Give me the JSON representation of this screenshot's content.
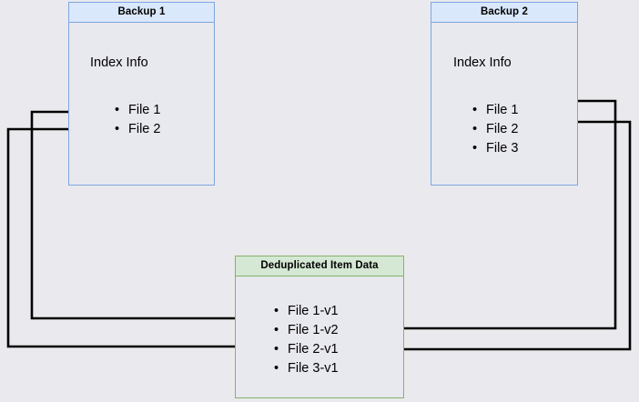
{
  "diagram": {
    "title": "Backup deduplication index diagram",
    "background_color": "#eaeaee",
    "blue_fill": "#dae8fc",
    "blue_stroke": "#7ea6e0",
    "green_fill": "#d5e8d4",
    "green_stroke": "#82b366",
    "node_body_fill": "#e8e8ef",
    "edge_color": "#000000"
  },
  "nodes": {
    "backup1": {
      "title": "Backup 1",
      "index_label": "Index Info",
      "files": [
        "File 1",
        "File 2"
      ]
    },
    "backup2": {
      "title": "Backup 2",
      "index_label": "Index Info",
      "files": [
        "File 1",
        "File 2",
        "File 3"
      ]
    },
    "dedup": {
      "title": "Deduplicated Item Data",
      "files": [
        "File 1-v1",
        "File 1-v2",
        "File 2-v1",
        "File 3-v1"
      ]
    }
  },
  "edges": [
    {
      "name": "backup1-file1-to-file1v1",
      "from": "Backup 1 / File 1",
      "to": "Deduplicated Item Data / File 1-v1",
      "direction": "left-route"
    },
    {
      "name": "backup1-file2-to-file2v1",
      "from": "Backup 1 / File 2",
      "to": "Deduplicated Item Data / File 2-v1",
      "direction": "left-route"
    },
    {
      "name": "backup2-file1-to-file1v2",
      "from": "Backup 2 / File 1",
      "to": "Deduplicated Item Data / File 1-v2",
      "direction": "right-route"
    },
    {
      "name": "backup2-file2-to-file2v1",
      "from": "Backup 2 / File 2",
      "to": "Deduplicated Item Data / File 2-v1",
      "direction": "right-route"
    }
  ]
}
